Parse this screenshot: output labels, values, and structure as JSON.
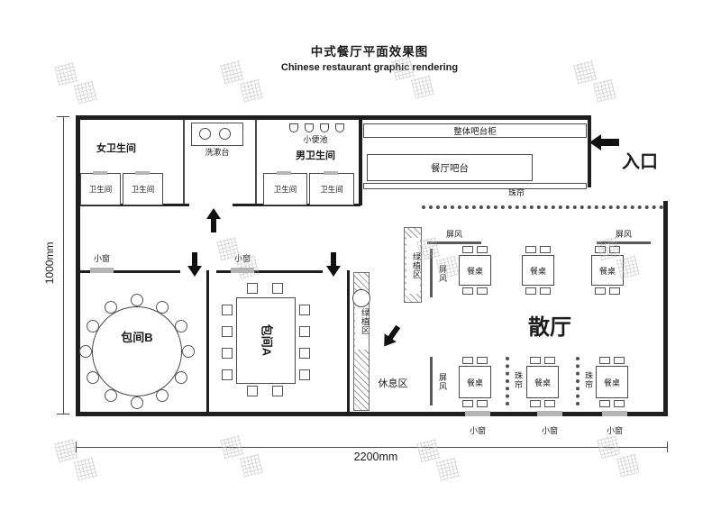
{
  "title": "中式餐厅平面效果图",
  "subtitle": "Chinese restaurant graphic rendering",
  "dimensions": {
    "width": "2200mm",
    "height": "1000mm"
  },
  "areas": {
    "women_restroom": "女卫生间",
    "men_restroom": "男卫生间",
    "stall": "卫生间",
    "wash_counter": "洗漱台",
    "urinal": "小便池",
    "bar_cabinet": "整体吧台柜",
    "bar_counter": "餐厅吧台",
    "entrance": "入口",
    "bead_curtain": "珠帘",
    "screen": "屏风",
    "dining_table": "餐桌",
    "green_zone": "绿植区",
    "open_hall": "散厅",
    "private_room_a": "包间A",
    "private_room_b": "包间B",
    "rest_area": "休息区",
    "small_window": "小窗"
  },
  "colors": {
    "wall": "#1f1f1f",
    "furniture_line": "#4a4a4a",
    "watermark": "#b4b4b4"
  }
}
